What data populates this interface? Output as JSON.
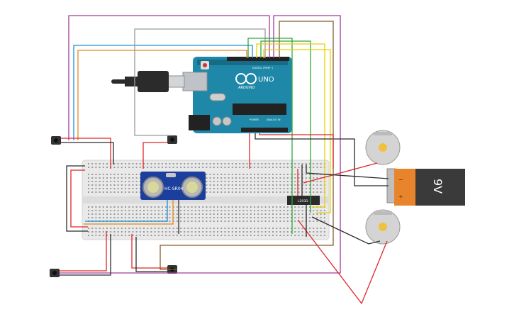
{
  "arduino": {
    "brand": "ARDUINO",
    "model": "UNO",
    "digital_label": "DIGITAL (PWM~)",
    "power_label": "POWER",
    "analog_label": "ANALOG IN"
  },
  "ultrasonic": {
    "label": "HC-SR04"
  },
  "driver_ic": {
    "label": "L293D"
  },
  "battery": {
    "label": "9V",
    "plus": "+",
    "minus": "−",
    "color_top": "#e8852c",
    "color_body": "#3a3a3a"
  },
  "colors": {
    "wire_red": "#e0262b",
    "wire_black": "#2b2b2b",
    "wire_purple": "#a23b9a",
    "wire_magenta": "#c2358f",
    "wire_blue": "#1d8fd6",
    "wire_orange": "#e08a1f",
    "wire_gray": "#9a9a9a",
    "wire_green": "#2fa83a",
    "wire_yellow": "#e8d100",
    "wire_brown": "#8a5a2b",
    "board_teal": "#1f88a8",
    "breadboard": "#e9e9e9"
  }
}
